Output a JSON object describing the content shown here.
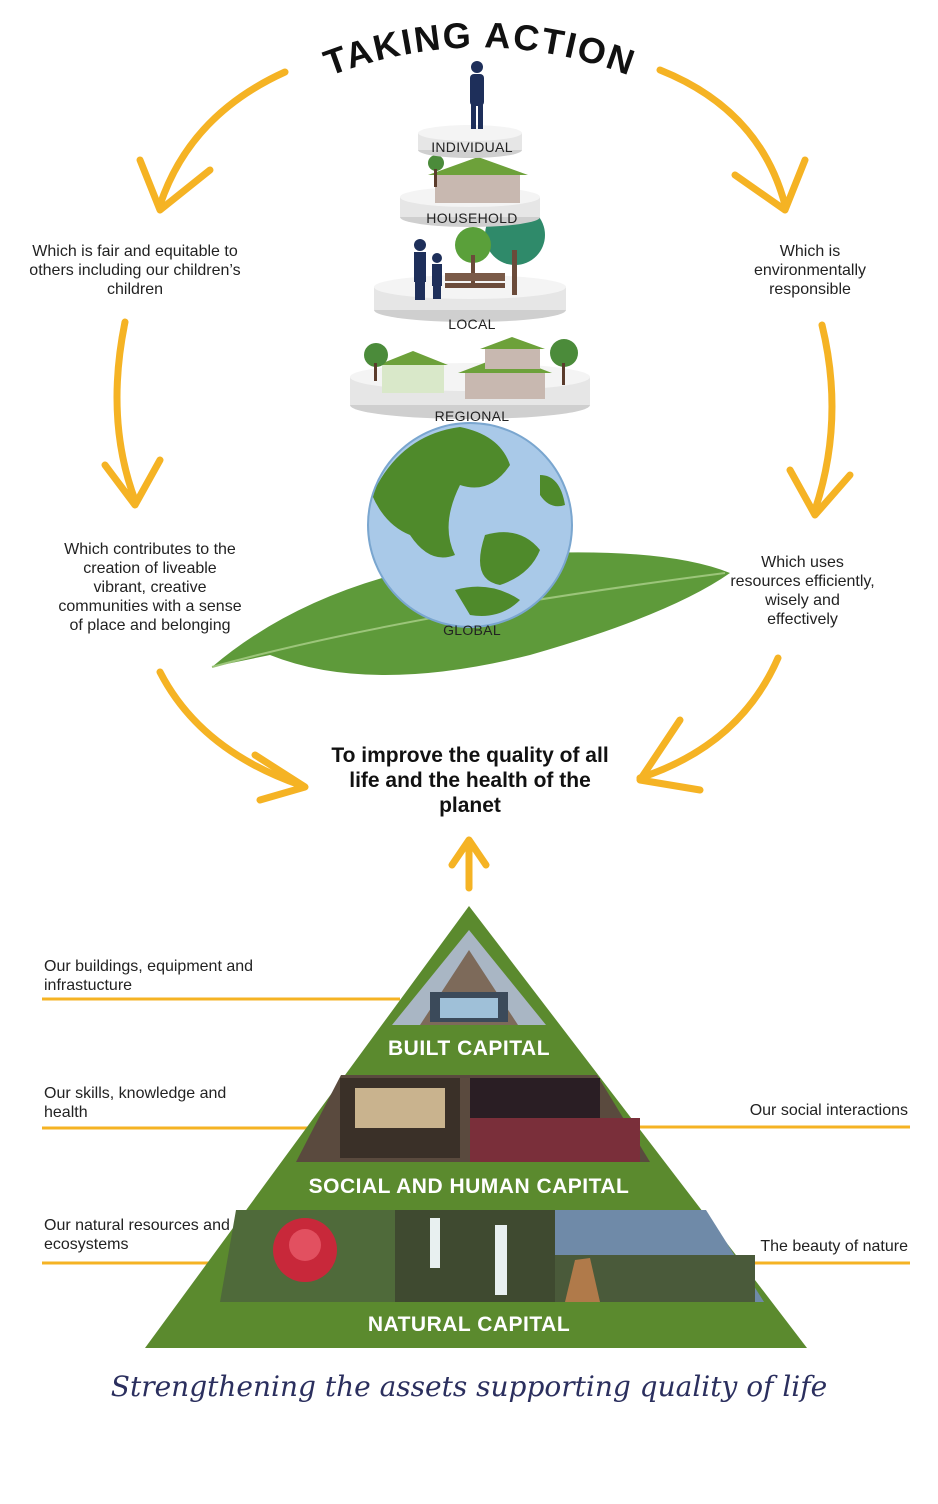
{
  "title": "TAKING ACTION",
  "levels": [
    "INDIVIDUAL",
    "HOUSEHOLD",
    "LOCAL",
    "REGIONAL",
    "GLOBAL"
  ],
  "cycle": {
    "top_left": "Which is fair and equitable to others including our children’s children",
    "top_right": "Which is environmentally responsible",
    "bottom_left": "Which contributes to the creation of liveable vibrant, creative communities with a sense of place and belonging",
    "bottom_right": "Which uses resources efficiently, wisely and effectively"
  },
  "goal": "To improve the quality of all life and the health of the planet",
  "pyramid": {
    "built": {
      "label": "BUILT CAPITAL",
      "note_left": "Our buildings, equipment and infrastucture"
    },
    "social": {
      "label": "SOCIAL AND HUMAN CAPITAL",
      "note_left": "Our skills, knowledge and health",
      "note_right": "Our social interactions"
    },
    "natural": {
      "label": "NATURAL CAPITAL",
      "note_left": "Our natural resources and ecosystems",
      "note_right": "The beauty of nature"
    }
  },
  "tagline": "Strengthening the assets supporting quality of life",
  "colors": {
    "arrow": "#f5b324",
    "green": "#5b8a2e",
    "globe_ocean": "#a9c9e8",
    "globe_land": "#4f8a2b",
    "leaf": "#5e9a3a",
    "tagline": "#2b2f5e"
  }
}
